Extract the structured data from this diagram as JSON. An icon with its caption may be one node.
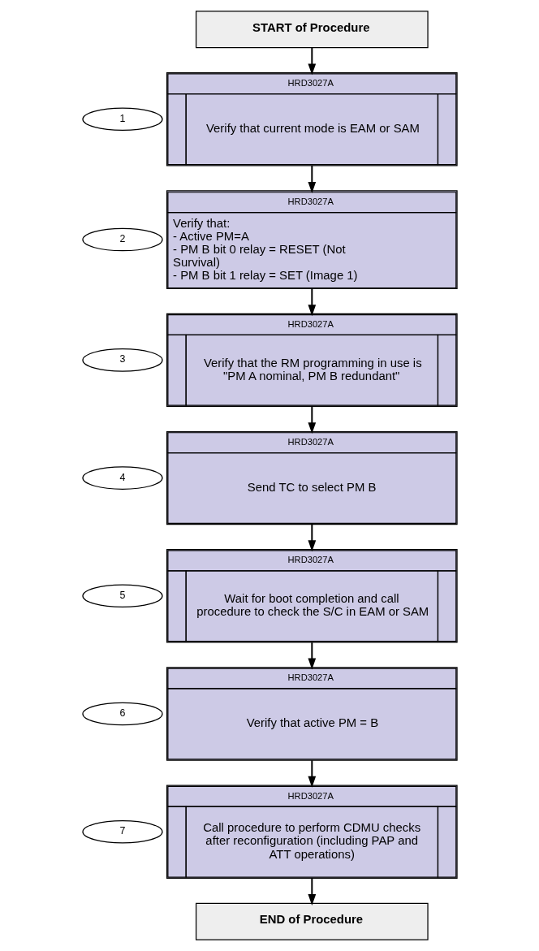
{
  "diagram": {
    "nodes": [
      {
        "text": [
          "START of Procedure"
        ]
      },
      {
        "text": [
          "1"
        ]
      },
      {
        "text": [
          "HRD3027A",
          "Verify that current mode is EAM or SAM"
        ]
      },
      {
        "text": [
          "2"
        ]
      },
      {
        "text": [
          "HRD3027A",
          "Verify that: - Active PM=A - PM B bit 0 relay = RESET (Not Survival) - PM B bit 1 relay = SET (Image 1)"
        ]
      },
      {
        "text": [
          "3"
        ]
      },
      {
        "text": [
          "HRD3027A",
          "Verify that the RM programming in use is \"PM A nominal, PM B redundant\""
        ]
      },
      {
        "text": [
          "4"
        ]
      },
      {
        "text": [
          "HRD3027A",
          "Send TC to select PM B"
        ]
      },
      {
        "text": [
          "5"
        ]
      },
      {
        "text": [
          "HRD3027A",
          "Wait for boot completion and call procedure to check the S/C in EAM or SAM"
        ]
      },
      {
        "text": [
          "6"
        ]
      },
      {
        "text": [
          "HRD3027A",
          "Verify that active PM = B"
        ]
      },
      {
        "text": [
          "7"
        ]
      },
      {
        "text": [
          "HRD3027A",
          "Call procedure to perform CDMU checks after reconfiguration (including PAP and ATT operations)"
        ]
      },
      {
        "text": [
          "END of Procedure"
        ]
      }
    ],
    "edges": [
      {
        "from": 0,
        "to": 2,
        "arrow": "to"
      },
      {
        "from": 2,
        "to": 4,
        "arrow": "to"
      },
      {
        "from": 4,
        "to": 6,
        "arrow": "to"
      },
      {
        "from": 6,
        "to": 8,
        "arrow": "to"
      },
      {
        "from": 8,
        "to": 10,
        "arrow": "to"
      },
      {
        "from": 10,
        "to": 12,
        "arrow": "to"
      },
      {
        "from": 12,
        "to": 14,
        "arrow": "to"
      },
      {
        "from": 14,
        "to": 15,
        "arrow": "to"
      }
    ]
  }
}
